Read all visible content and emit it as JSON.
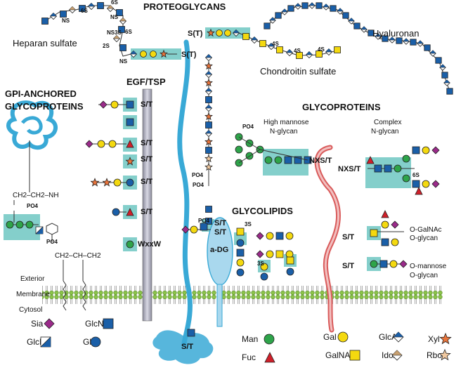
{
  "titles": {
    "proteoglycans": "PROTEOGLYCANS",
    "heparan": "Heparan sulfate",
    "hyaluronan": "Hyaluronan",
    "chondroitin": "Chondroitin sulfate",
    "gpi1": "GPI-ANCHORED",
    "gpi2": "GLYCOPROTEINS",
    "egf": "EGF/TSP",
    "glycoproteins": "GLYCOPROTEINS",
    "highmannose1": "High mannose",
    "highmannose2": "N-glycan",
    "complex1": "Complex",
    "complex2": "N-glycan",
    "glycolipids": "GLYCOLIPIDS",
    "ogalnac1": "O-GalNAc",
    "ogalnac2": "O-glycan",
    "omannose1": "O-mannose",
    "omannose2": "O-glycan",
    "adg": "a-DG"
  },
  "membrane": {
    "exterior": "Exterior",
    "membrane": "Membrane",
    "cytosol": "Cytosol"
  },
  "site_labels": {
    "st": "S/T",
    "st_paren": "S(T)",
    "nxst": "NXS/T",
    "wxxw": "WxxW",
    "s6": "6S",
    "s4": "4S",
    "s3": "3S",
    "s2": "2S",
    "ns": "NS",
    "ns3s": "NS3S",
    "po4": "PO4",
    "gpi_link": "CH2–CH2–NH",
    "gpi_lipid": "CH2–CH–CH2"
  },
  "legend": [
    {
      "key": "sia",
      "label": "Sia",
      "color": "#9b2a8a"
    },
    {
      "key": "glcnac",
      "label": "GlcNAc",
      "color": "#1a5fa8"
    },
    {
      "key": "glcn",
      "label": "GlcN",
      "color": "#1a5fa8"
    },
    {
      "key": "glc",
      "label": "Glc",
      "color": "#1a5fa8"
    },
    {
      "key": "man",
      "label": "Man",
      "color": "#2ea44a"
    },
    {
      "key": "fuc",
      "label": "Fuc",
      "color": "#d0202a"
    },
    {
      "key": "gal",
      "label": "Gal",
      "color": "#f4d90f"
    },
    {
      "key": "galnac",
      "label": "GalNAc",
      "color": "#f4d90f"
    },
    {
      "key": "glca",
      "label": "GlcA",
      "color": "#1a5fa8"
    },
    {
      "key": "idoa",
      "label": "IdoA",
      "color": "#c8a070"
    },
    {
      "key": "xyl",
      "label": "Xyl",
      "color": "#e8743b"
    },
    {
      "key": "rbo",
      "label": "Rbo",
      "color": "#f1c9a0"
    }
  ],
  "colors": {
    "teal_box": "#6fc7c2",
    "protein_blue": "#39a9d6",
    "red_chain": "#d95b5b",
    "membrane_green": "#8bc34a"
  }
}
